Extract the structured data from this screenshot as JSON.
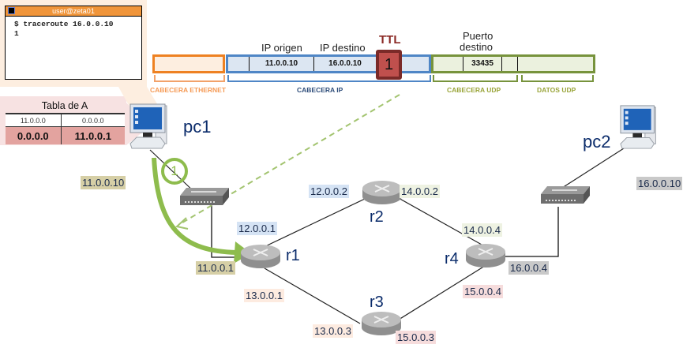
{
  "terminal": {
    "title": "user@zeta01",
    "lines": [
      "$ traceroute 16.0.0.10",
      "1"
    ]
  },
  "routing_table": {
    "title": "Tabla de A",
    "header": [
      "11.0.0.0",
      "0.0.0.0"
    ],
    "highlighted_row": [
      "0.0.0.0",
      "11.0.0.1"
    ]
  },
  "packet": {
    "labels": {
      "ip_origen": "IP origen",
      "ip_destino": "IP destino",
      "ttl": "TTL",
      "puerto_destino": [
        "Puerto",
        "destino"
      ]
    },
    "values": {
      "ip_origen": "11.0.0.10",
      "ip_destino": "16.0.0.10",
      "ttl": "1",
      "puerto_destino": "33435"
    },
    "sections": {
      "ethernet": "CABECERA ETHERNET",
      "ip": "CABECERA IP",
      "udp": "CABECERA UDP",
      "udp_data": "DATOS UDP"
    },
    "colors": {
      "ethernet": "#ee8122",
      "ip": "#4f86c6",
      "udp": "#77933c",
      "ttl": "#c0504d"
    }
  },
  "step": "1",
  "devices": {
    "pc1": "pc1",
    "pc2": "pc2",
    "r1": "r1",
    "r2": "r2",
    "r3": "r3",
    "r4": "r4"
  },
  "addresses": {
    "pc1": "11.0.0.10",
    "r1_eth_lan": "11.0.0.1",
    "r1_to_r2": "12.0.0.1",
    "r1_to_r3": "13.0.0.1",
    "r2_to_r1": "12.0.0.2",
    "r2_to_r4": "14.0.0.2",
    "r3_to_r1": "13.0.0.3",
    "r3_to_r4": "15.0.0.3",
    "r4_to_r2": "14.0.0.4",
    "r4_to_r3": "15.0.0.4",
    "r4_eth_lan": "16.0.0.4",
    "pc2": "16.0.0.10"
  }
}
